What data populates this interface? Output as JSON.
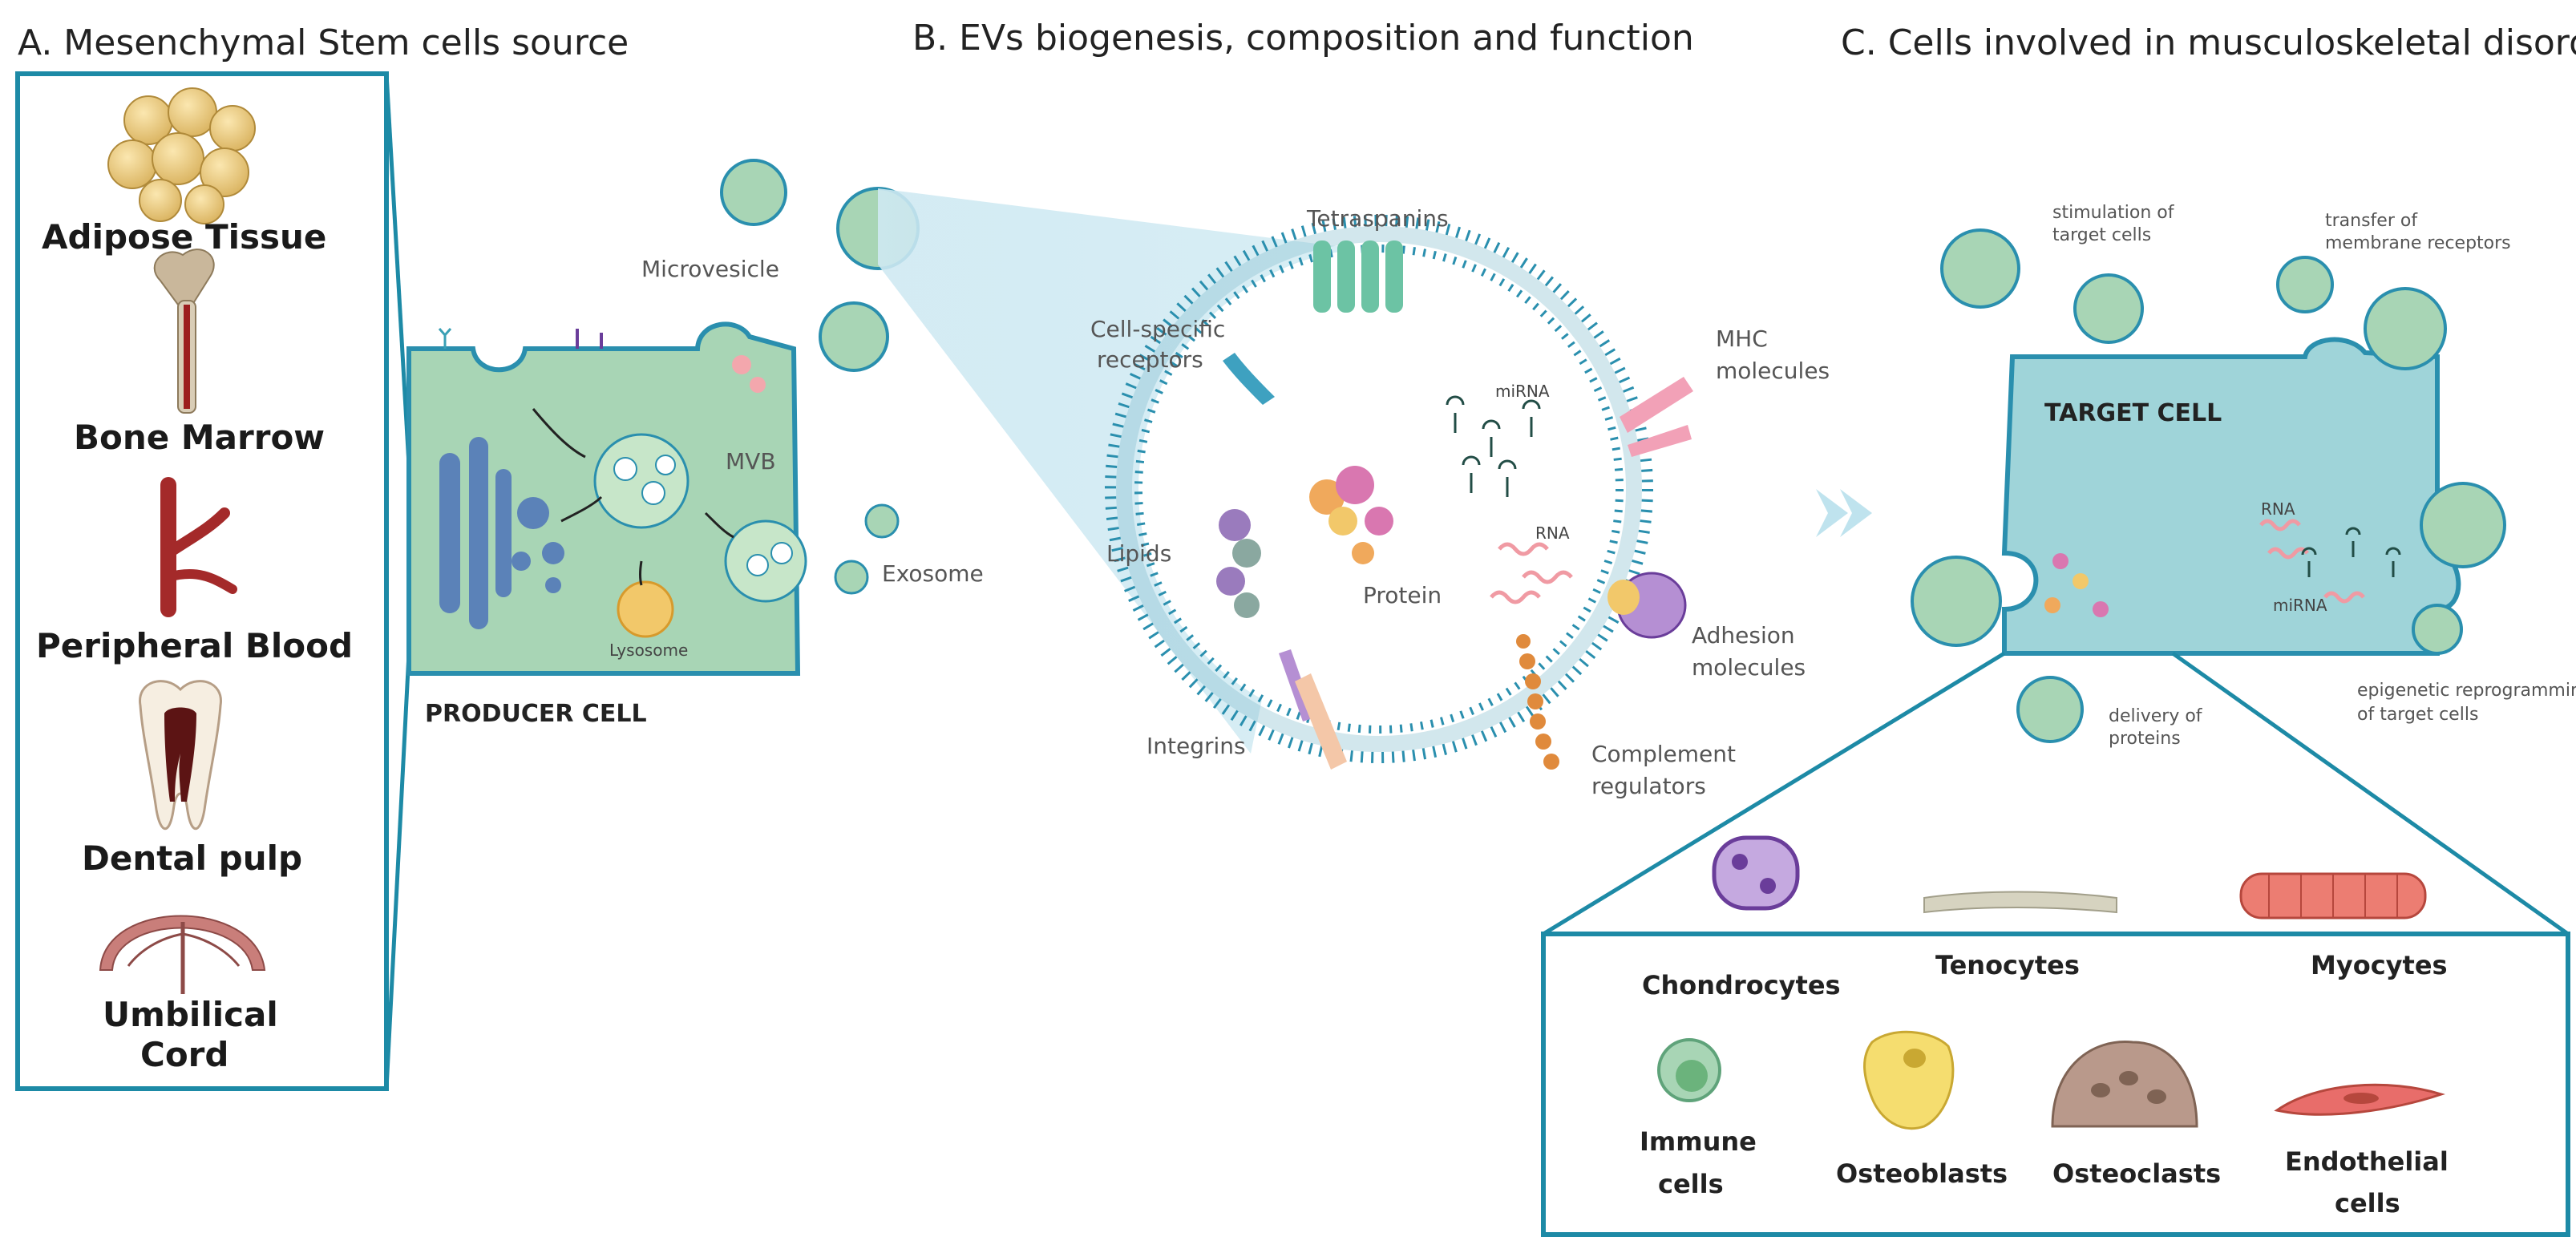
{
  "sections": {
    "a_title": "A. Mesenchymal Stem cells source",
    "b_title": "B. EVs biogenesis, composition and function",
    "c_title": "C. Cells involved in musculoskeletal disorders"
  },
  "sources": [
    "Adipose Tissue",
    "Bone Marrow",
    "Peripheral Blood",
    "Dental pulp",
    "Umbilical",
    "Cord"
  ],
  "producer": {
    "title": "PRODUCER CELL",
    "microvesicle": "Microvesicle",
    "mvb": "MVB",
    "exosome": "Exosome",
    "lysosome": "Lysosome"
  },
  "ev": {
    "tetraspanins": "Tetraspanins",
    "cell_specific_1": "Cell-specific",
    "cell_specific_2": "receptors",
    "mhc_1": "MHC",
    "mhc_2": "molecules",
    "mirna": "miRNA",
    "lipids": "Lipids",
    "protein": "Protein",
    "rna": "RNA",
    "adhesion_1": "Adhesion",
    "adhesion_2": "molecules",
    "integrins": "Integrins",
    "complement_1": "Complement",
    "complement_2": "regulators"
  },
  "target": {
    "title": "TARGET CELL",
    "stim_1": "stimulation of",
    "stim_2": "target cells",
    "transfer_1": "transfer of",
    "transfer_2": "membrane receptors",
    "rna": "RNA",
    "mirna": "miRNA",
    "epi_1": "epigenetic reprogramming",
    "epi_2": "of target cells",
    "delivery_1": "delivery of",
    "delivery_2": "proteins"
  },
  "cell_types": {
    "chondrocytes": "Chondrocytes",
    "tenocytes": "Tenocytes",
    "myocytes": "Myocytes",
    "immune_1": "Immune",
    "immune_2": "cells",
    "osteoblasts": "Osteoblasts",
    "osteoclasts": "Osteoclasts",
    "endothelial_1": "Endothelial",
    "endothelial_2": "cells"
  },
  "colors": {
    "teal_border": "#1d8aa6",
    "cell_fill": "#a8d5b5",
    "target_fill": "#9fd4d9",
    "membrane": "#2a8fae"
  }
}
